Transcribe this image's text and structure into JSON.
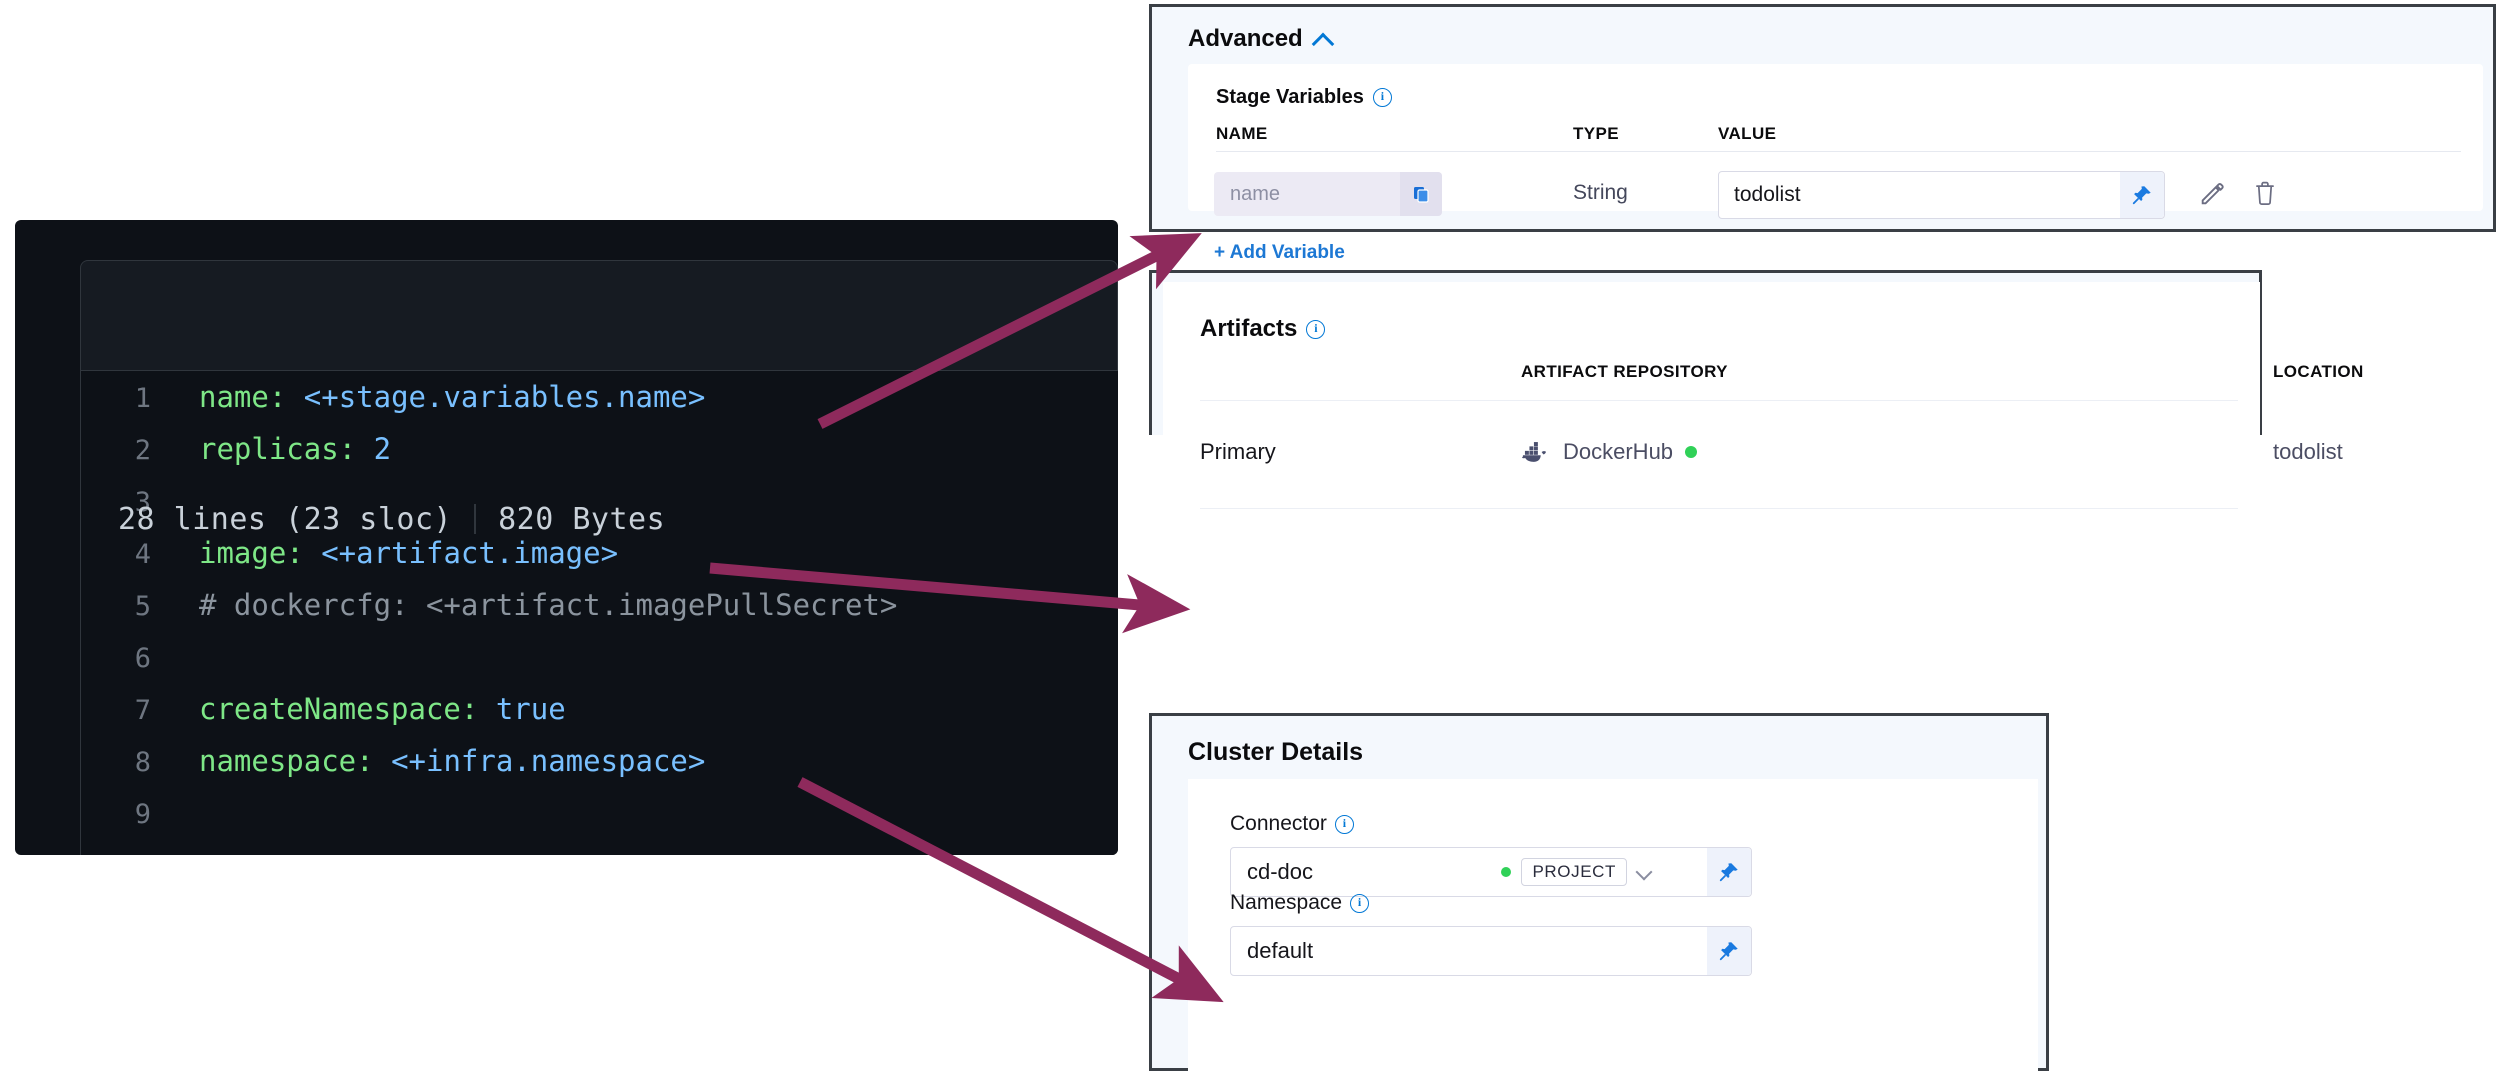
{
  "code_panel": {
    "meta_lines": "28 lines (23 sloc)",
    "meta_size": "820 Bytes",
    "lines": [
      {
        "no": "1",
        "key": "name:",
        "value": " <+stage.variables.name>",
        "comment": ""
      },
      {
        "no": "2",
        "key": "replicas:",
        "value": " 2",
        "comment": ""
      },
      {
        "no": "3",
        "key": "",
        "value": "",
        "comment": ""
      },
      {
        "no": "4",
        "key": "image:",
        "value": " <+artifact.image>",
        "comment": ""
      },
      {
        "no": "5",
        "key": "",
        "value": "",
        "comment": "# dockercfg: <+artifact.imagePullSecret>"
      },
      {
        "no": "6",
        "key": "",
        "value": "",
        "comment": ""
      },
      {
        "no": "7",
        "key": "createNamespace:",
        "value": " true",
        "comment": ""
      },
      {
        "no": "8",
        "key": "namespace:",
        "value": " <+infra.namespace>",
        "comment": ""
      },
      {
        "no": "9",
        "key": "",
        "value": "",
        "comment": ""
      }
    ]
  },
  "advanced_panel": {
    "title": "Advanced",
    "collapse_icon": "chevron-up-icon",
    "stage_variables": {
      "title": "Stage Variables",
      "info_icon": "info-icon",
      "columns": [
        "NAME",
        "TYPE",
        "VALUE"
      ],
      "rows": [
        {
          "name_placeholder": "name",
          "name_value": "",
          "copy_icon": "copy-icon",
          "type": "String",
          "value": "todolist",
          "pin_icon": "pin-icon",
          "edit_icon": "pencil-icon",
          "delete_icon": "trash-icon"
        }
      ],
      "add_variable_label": "+ Add Variable"
    }
  },
  "artifacts_panel": {
    "title": "Artifacts",
    "info_icon": "info-icon",
    "columns": [
      "",
      "ARTIFACT REPOSITORY",
      "LOCATION"
    ],
    "rows": [
      {
        "type": "Primary",
        "repository": "DockerHub",
        "repository_icon": "docker-whale-icon",
        "status_color": "#30d158",
        "location": "todolist"
      }
    ]
  },
  "cluster_panel": {
    "title": "Cluster Details",
    "connector": {
      "label": "Connector",
      "info_icon": "info-icon",
      "value": "cd-doc",
      "scope_badge": "PROJECT",
      "status_color": "#30d158",
      "dropdown_icon": "chevron-down-icon",
      "pin_icon": "pin-icon"
    },
    "namespace": {
      "label": "Namespace",
      "info_icon": "info-icon",
      "value": "default",
      "pin_icon": "pin-icon"
    }
  },
  "annotations": {
    "arrow_color": "#8e2a5c",
    "arrows": [
      {
        "name": "arrow-stage-variable-name",
        "from": "code line 1 <+stage.variables.name>",
        "to": "Stage Variables name field"
      },
      {
        "name": "arrow-artifact-image",
        "from": "code line 4 <+artifact.image>",
        "to": "Artifacts Primary row"
      },
      {
        "name": "arrow-infra-namespace",
        "from": "code line 8 <+infra.namespace>",
        "to": "Cluster Details Namespace field"
      }
    ]
  }
}
